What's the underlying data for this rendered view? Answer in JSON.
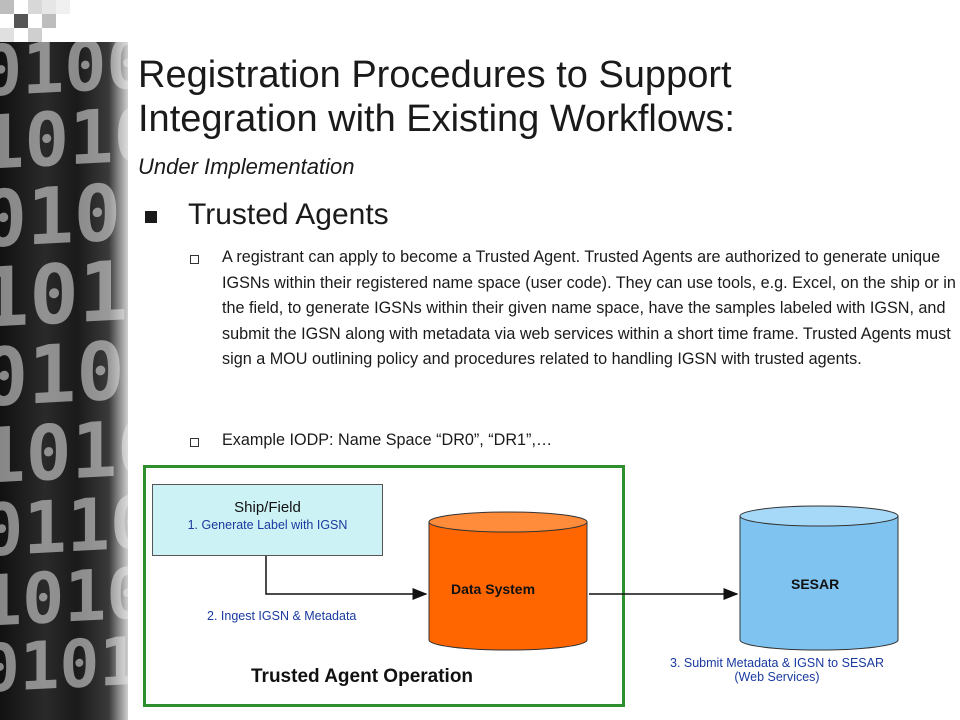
{
  "slide": {
    "title_line1": "Registration Procedures to Support",
    "title_line2": "Integration with Existing Workflows:",
    "subtitle": "Under Implementation",
    "heading": "Trusted Agents",
    "paragraph1": "A registrant can apply to become a Trusted Agent. Trusted Agents are authorized to generate unique IGSNs within their registered name space (user code). They can use tools, e.g. Excel, on the ship or in the field, to generate IGSNs within their given name space, have the samples labeled with IGSN, and submit the IGSN along with metadata via web services within a short time frame. Trusted Agents must sign a MOU outlining policy and procedures related to handling IGSN with trusted agents.",
    "paragraph2": "Example IODP: Name Space “DR0”, “DR1”,…"
  },
  "diagram": {
    "ship_title": "Ship/Field",
    "ship_step": "1. Generate Label with IGSN",
    "ingest_step": "2. Ingest IGSN & Metadata",
    "data_system": "Data System",
    "sesar": "SESAR",
    "submit_step_line1": "3. Submit Metadata & IGSN to SESAR",
    "submit_step_line2": "(Web Services)",
    "operation_label": "Trusted Agent Operation"
  },
  "colors": {
    "frame_green": "#2f8f2f",
    "data_system_fill": "#ff6600",
    "sesar_fill": "#7fc4f0",
    "ship_fill": "#ccf2f5",
    "step_text_blue": "#1a3aa0"
  }
}
